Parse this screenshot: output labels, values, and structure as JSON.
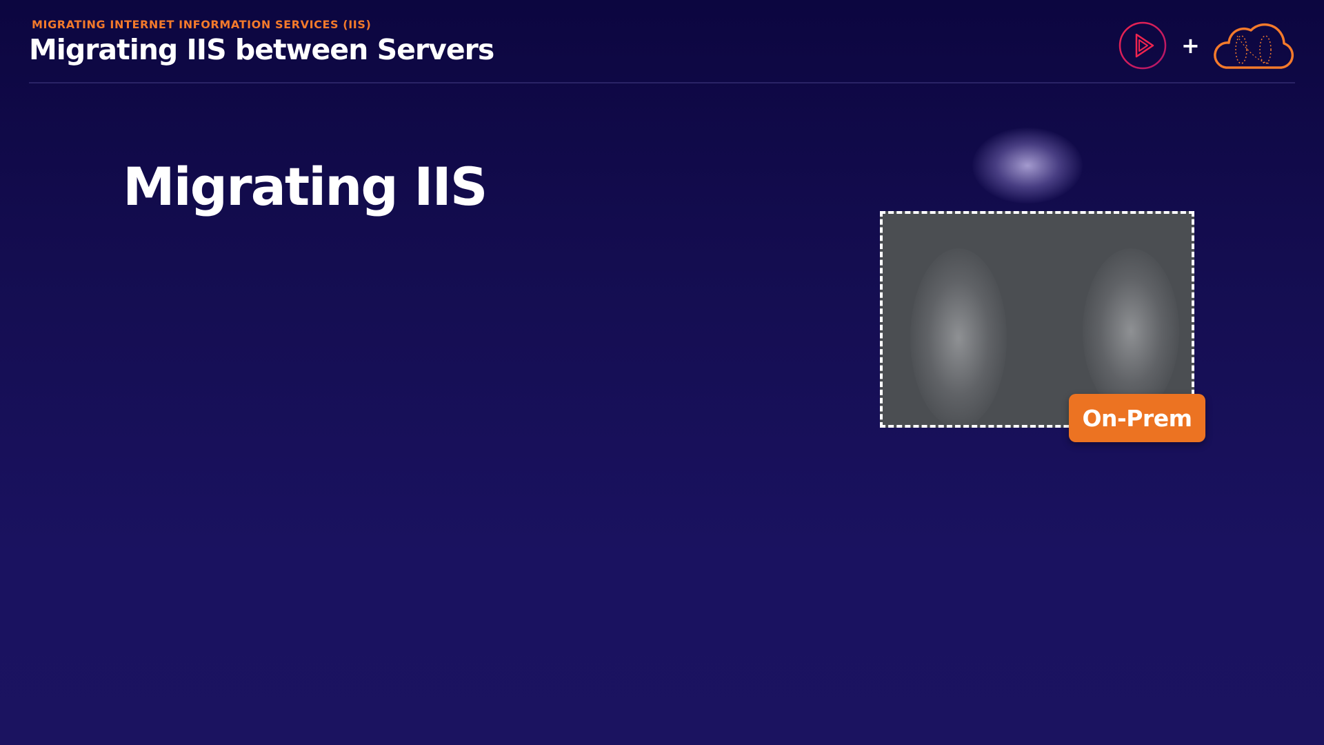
{
  "header": {
    "eyebrow": "MIGRATING INTERNET INFORMATION SERVICES (IIS)",
    "title": "Migrating IIS between Servers",
    "logos": {
      "left_icon": "play-icon",
      "separator": "+",
      "right_icon": "cloud-icon"
    }
  },
  "slide": {
    "title": "Migrating IIS",
    "server_label": "On-Prem"
  },
  "colors": {
    "accent": "#f47a2b",
    "badge": "#ec7322",
    "play_logo": "#e0245e",
    "background_top": "#0c0640",
    "background_bottom": "#1b1360",
    "server_box": "#4b4e52"
  }
}
